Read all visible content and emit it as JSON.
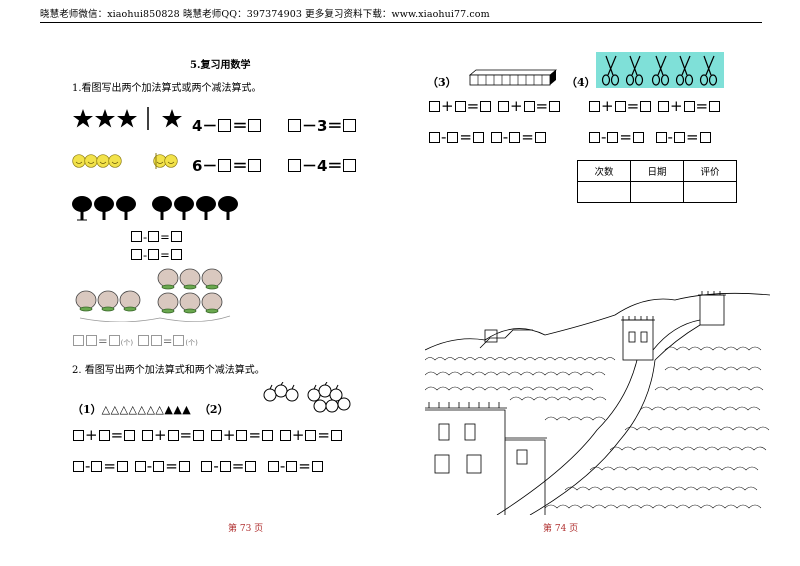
{
  "header": {
    "text": "晓慧老师微信：xiaohui850828 晓慧老师QQ：397374903 更多复习资料下载：www.xiaohui77.com"
  },
  "left": {
    "title": "5.复习用数学",
    "q1": "1.看图写出两个加法算式或两个减法算式。",
    "q1_row1_a": "4－",
    "q1_row1_a2": "＝",
    "q1_row1_b2": "－3＝",
    "q1_row2_a": "6－",
    "q1_row2_a2": "＝",
    "q1_row2_b2": "－4＝",
    "q1_minus": "-",
    "q1_eq": "=",
    "q1_small_eq": "=",
    "q1_small_note": "(个)",
    "q2": "2. 看图写出两个加法算式和两个减法算式。",
    "q2_label1": "（1）",
    "q2_triangles": "△△△△△△△▲▲▲",
    "q2_label2": "（2）",
    "plus": "+",
    "eq": "=",
    "minus": "-",
    "page": "第 73 页"
  },
  "right": {
    "label3": "（3）",
    "label4": "（4）",
    "plus": "+",
    "eq": "=",
    "minus": "-",
    "table": {
      "headers": [
        "次数",
        "日期",
        "评价"
      ]
    },
    "page": "第 74 页"
  },
  "icons": {
    "stars": "star-icon",
    "faces": "smiley-icon",
    "trees": "tree-icon",
    "peaches": "peach-icon",
    "apples": "apple-icon",
    "scissors": "scissors-icon",
    "cubes": "cube-bar-icon",
    "wall": "great-wall-illustration"
  },
  "colors": {
    "scissors_bg": "#7fe0d8",
    "page_number": "#b03030",
    "smiley": "#f2e24a"
  }
}
